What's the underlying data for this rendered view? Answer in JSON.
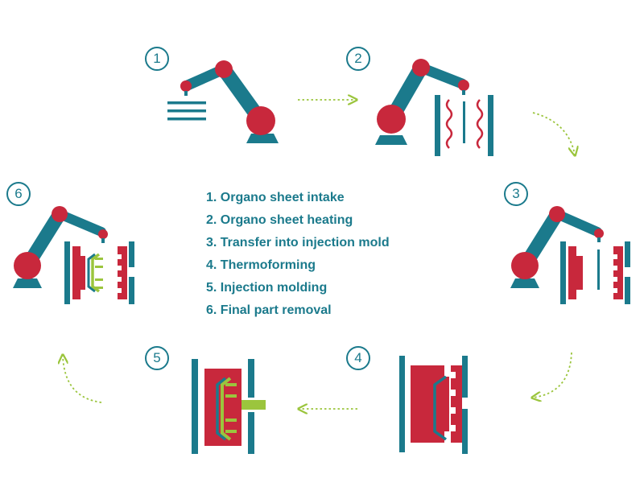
{
  "colors": {
    "teal": "#1b7a8c",
    "red": "#c8283c",
    "green": "#9bc53d",
    "white": "#ffffff"
  },
  "steps": [
    {
      "number": "1",
      "label": "1. Organo sheet intake"
    },
    {
      "number": "2",
      "label": "2. Organo sheet heating"
    },
    {
      "number": "3",
      "label": "3. Transfer into injection mold"
    },
    {
      "number": "4",
      "label": "4. Thermoforming"
    },
    {
      "number": "5",
      "label": "5. Injection molding"
    },
    {
      "number": "6",
      "label": "6. Final part removal"
    }
  ],
  "icons": [
    "robot-arm-icon",
    "heater-icon",
    "mold-icon",
    "organo-sheet-icon",
    "formed-part-icon",
    "injected-part-icon"
  ]
}
